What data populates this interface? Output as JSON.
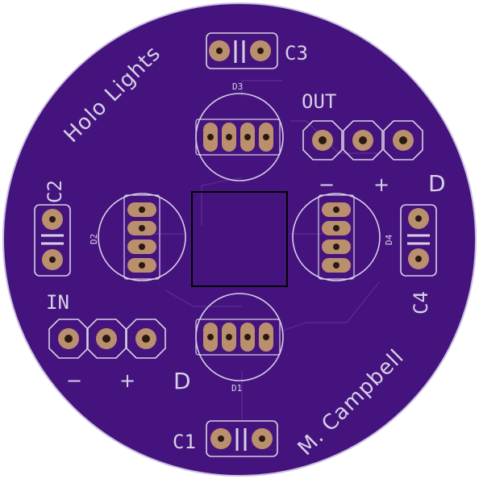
{
  "board": {
    "title_text": "Holo Lights",
    "author_text": "M. Campbell",
    "colors": {
      "board": "#44137e",
      "silkscreen": "#d8d0e6",
      "pad": "#b98f6e"
    }
  },
  "labels": {
    "c1": "C1",
    "c2": "C2",
    "c3": "C3",
    "c4": "C4",
    "d1": "D1",
    "d2": "D2",
    "d3": "D3",
    "d4": "D4",
    "out": "OUT",
    "in": "IN",
    "minus_out": "−",
    "plus_out": "+",
    "d_out": "D",
    "minus_in": "−",
    "plus_in": "+",
    "d_in": "D"
  }
}
